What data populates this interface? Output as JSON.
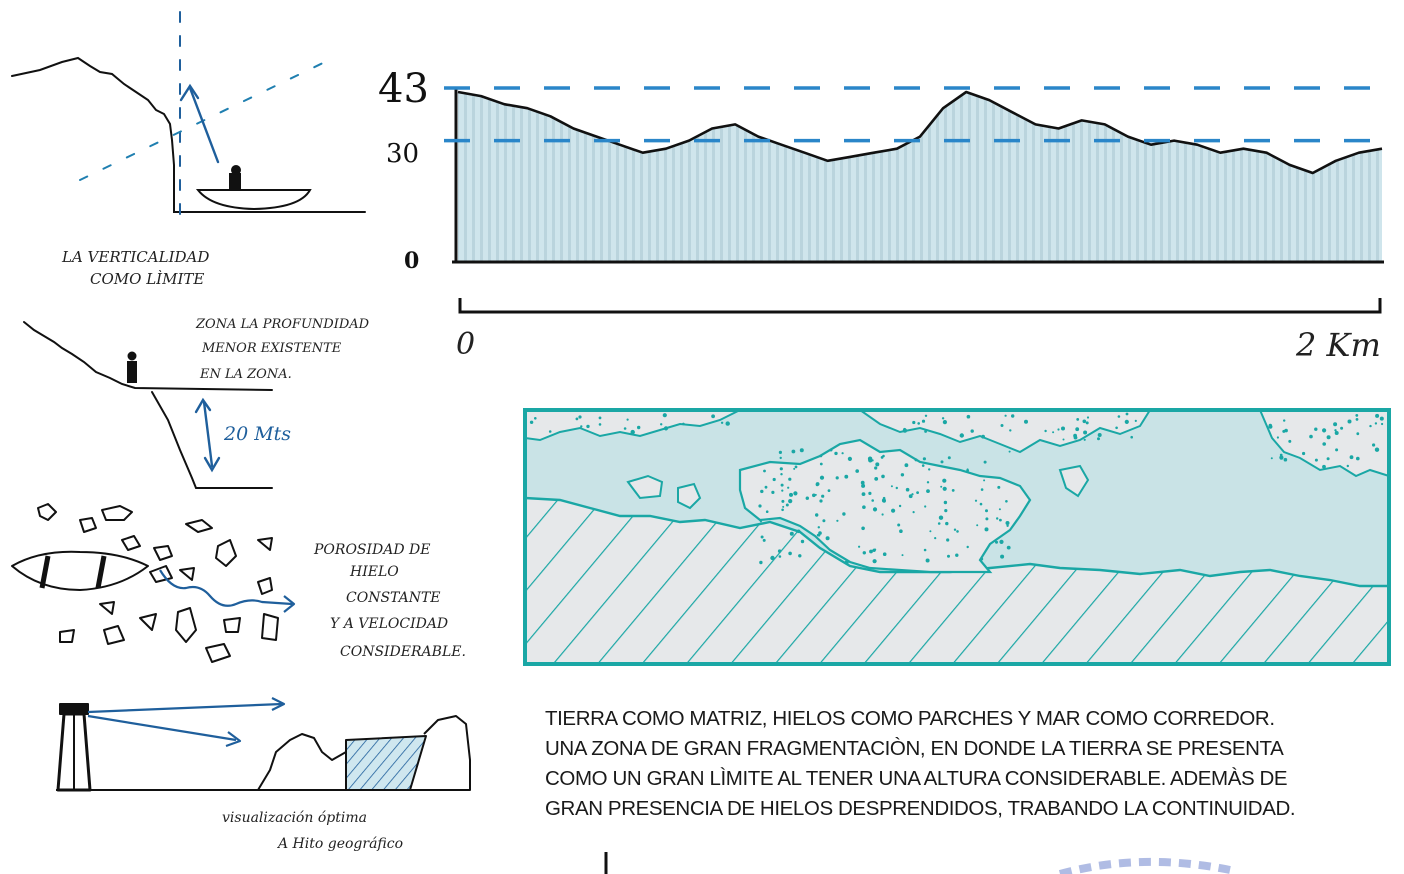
{
  "sketches": {
    "verticality": {
      "line1": "LA VERTICALIDAD",
      "line2": "COMO LÌMITE"
    },
    "depth": {
      "line1": "ZONA LA PROFUNDIDAD",
      "line2": "MENOR EXISTENTE",
      "line3": "EN LA ZONA.",
      "measure": "20 Mts"
    },
    "porosity": {
      "line1": "POROSIDAD DE",
      "line2": "HIELO",
      "line3": "CONSTANTE",
      "line4": "Y A VELOCIDAD",
      "line5": "CONSIDERABLE."
    },
    "visualization": {
      "line1": "visualización óptima",
      "line2": "A Hito geográfico"
    }
  },
  "chart_data": {
    "type": "area",
    "y_ticks": [
      "43",
      "30",
      "0"
    ],
    "reference_lines": [
      43,
      30
    ],
    "x_scale": {
      "start": "0",
      "end": "2 Km"
    },
    "ylim": [
      0,
      43
    ],
    "x": [
      0,
      0.05,
      0.1,
      0.15,
      0.2,
      0.25,
      0.3,
      0.35,
      0.4,
      0.45,
      0.5,
      0.55,
      0.6,
      0.65,
      0.7,
      0.75,
      0.8,
      0.85,
      0.9,
      0.95,
      1.0,
      1.05,
      1.1,
      1.15,
      1.2,
      1.25,
      1.3,
      1.35,
      1.4,
      1.45,
      1.5,
      1.55,
      1.6,
      1.65,
      1.7,
      1.75,
      1.8,
      1.85,
      1.9,
      1.95,
      2.0
    ],
    "values": [
      42,
      41,
      39,
      38,
      36,
      33,
      31,
      29,
      27,
      28,
      30,
      33,
      34,
      31,
      29,
      27,
      25,
      26,
      27,
      28,
      31,
      38,
      42,
      40,
      37,
      34,
      33,
      35,
      34,
      31,
      29,
      30,
      29,
      27,
      28,
      27,
      24,
      22,
      25,
      27,
      28
    ],
    "colors": {
      "fill": "#cde4ec",
      "line": "#111111",
      "dash": "#2a86c9"
    }
  },
  "map": {
    "colors": {
      "land": "#e6e8ea",
      "sea": "#c9e3e6",
      "border": "#1aa7a5"
    }
  },
  "caption": {
    "line1": "TIERRA COMO MATRIZ, HIELOS COMO PARCHES Y MAR COMO CORREDOR.",
    "line2": "UNA ZONA DE GRAN FRAGMENTACIÒN, EN DONDE LA TIERRA SE PRESENTA",
    "line3": "COMO UN GRAN LÌMITE AL TENER UNA ALTURA CONSIDERABLE. ADEMÀS DE",
    "line4": "GRAN PRESENCIA DE HIELOS DESPRENDIDOS, TRABANDO LA CONTINUIDAD."
  }
}
